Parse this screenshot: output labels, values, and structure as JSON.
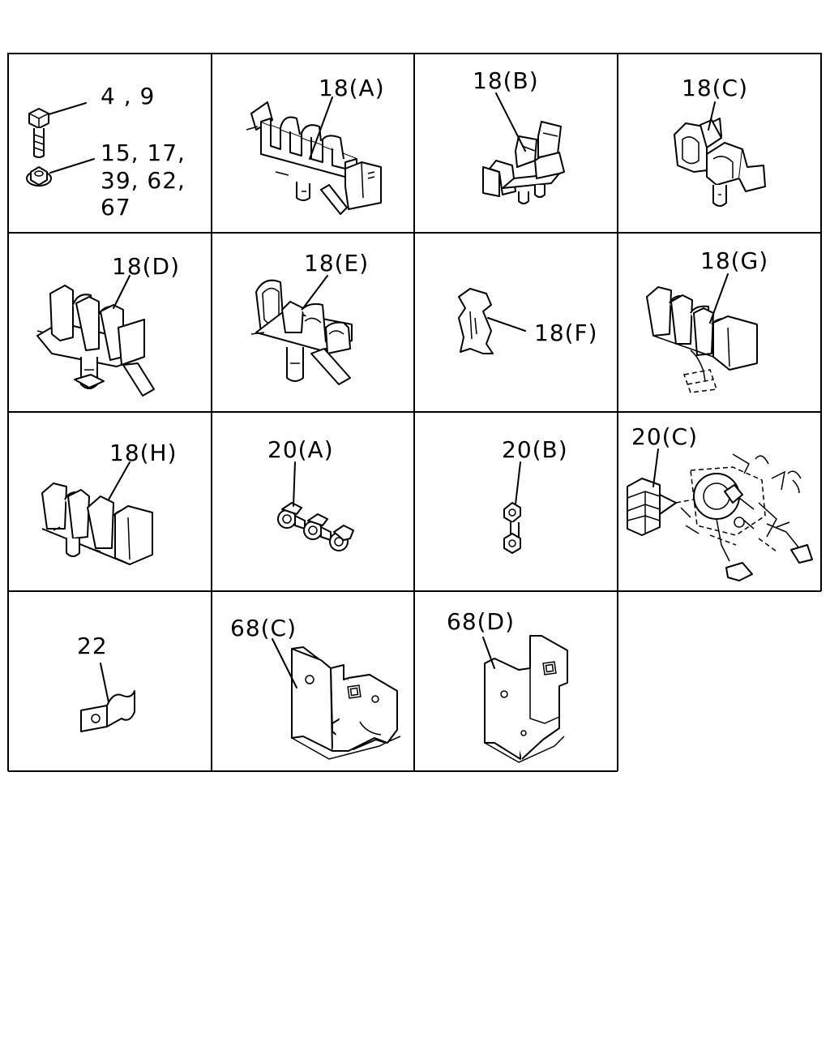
{
  "cells": [
    {
      "id": "bolt-nut",
      "labels": [
        "4 , 9",
        "15, 17,",
        "39, 62,",
        "67"
      ],
      "icon": "bolt-and-flange-nut"
    },
    {
      "id": "18A",
      "labels": [
        "18(A)"
      ],
      "icon": "four-way-pipe-clip"
    },
    {
      "id": "18B",
      "labels": [
        "18(B)"
      ],
      "icon": "double-pipe-clip"
    },
    {
      "id": "18C",
      "labels": [
        "18(C)"
      ],
      "icon": "double-pipe-clip"
    },
    {
      "id": "18D",
      "labels": [
        "18(D)"
      ],
      "icon": "three-way-pipe-clip"
    },
    {
      "id": "18E",
      "labels": [
        "18(E)"
      ],
      "icon": "three-way-pipe-clip"
    },
    {
      "id": "18F",
      "labels": [
        "18(F)"
      ],
      "icon": "spring-clip"
    },
    {
      "id": "18G",
      "labels": [
        "18(G)"
      ],
      "icon": "four-way-pipe-clip"
    },
    {
      "id": "18H",
      "labels": [
        "18(H)"
      ],
      "icon": "four-way-pipe-clip"
    },
    {
      "id": "20A",
      "labels": [
        "20(A)"
      ],
      "icon": "three-way-pipe-holder"
    },
    {
      "id": "20B",
      "labels": [
        "20(B)"
      ],
      "icon": "two-way-pipe-holder"
    },
    {
      "id": "20C",
      "labels": [
        "20(C)"
      ],
      "icon": "pipe-holder-on-pedal-assembly"
    },
    {
      "id": "22",
      "labels": [
        "22"
      ],
      "icon": "pipe-bracket"
    },
    {
      "id": "68C",
      "labels": [
        "68(C)"
      ],
      "icon": "u-bracket"
    },
    {
      "id": "68D",
      "labels": [
        "68(D)"
      ],
      "icon": "u-bracket"
    }
  ]
}
